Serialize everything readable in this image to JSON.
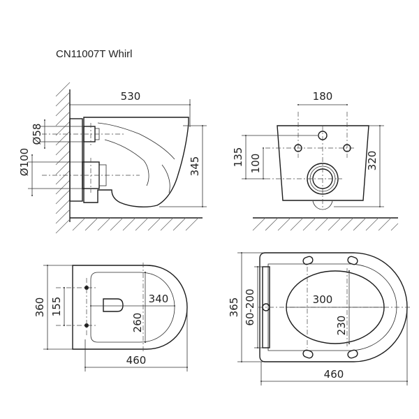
{
  "title": "CN11007T Whirl",
  "side_view": {
    "width": "530",
    "pipe_small": "Ø58",
    "pipe_large": "Ø100",
    "height": "345"
  },
  "front_view": {
    "width": "180",
    "height": "320",
    "dim_135": "135",
    "dim_100": "100"
  },
  "top_view": {
    "depth": "360",
    "inner_depth": "155",
    "bowl_length": "340",
    "bowl_width": "260",
    "length": "460"
  },
  "seat_view": {
    "depth": "365",
    "range": "60-200",
    "opening_length": "300",
    "opening_width": "230",
    "length": "460"
  }
}
